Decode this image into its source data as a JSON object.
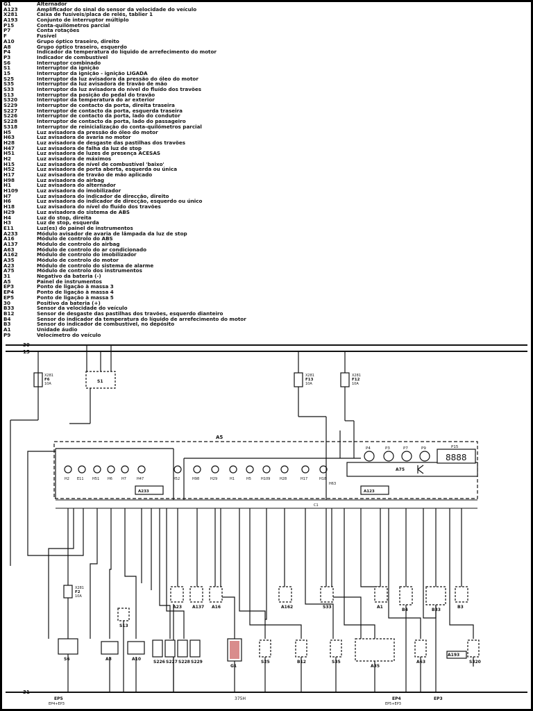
{
  "legend": [
    {
      "code": "G1",
      "desc": "Alternador"
    },
    {
      "code": "A123",
      "desc": "Amplificador do sinal do sensor da velocidade do veículo"
    },
    {
      "code": "X281",
      "desc": "Caixa de fusíveis/placa de relés, tablier 1"
    },
    {
      "code": "A193",
      "desc": "Conjunto de interruptor múltiplo"
    },
    {
      "code": "P15",
      "desc": "Conta-quilómetros parcial"
    },
    {
      "code": "P7",
      "desc": "Conta rotações"
    },
    {
      "code": "F",
      "desc": "Fusível"
    },
    {
      "code": "A10",
      "desc": "Grupo óptico traseiro, direito"
    },
    {
      "code": "A8",
      "desc": "Grupo óptico traseiro, esquerdo"
    },
    {
      "code": "P4",
      "desc": "Indicador da temperatura do líquido de arrefecimento do motor"
    },
    {
      "code": "P3",
      "desc": "Indicador de combustível"
    },
    {
      "code": "S6",
      "desc": "Interruptor combinado"
    },
    {
      "code": "S1",
      "desc": "Interruptor da ignição"
    },
    {
      "code": "15",
      "desc": "Interruptor da ignição - ignição LIGADA"
    },
    {
      "code": "S25",
      "desc": "Interruptor da luz avisadora da pressão do óleo do motor"
    },
    {
      "code": "S35",
      "desc": "Interruptor da luz avisadora de travão de mão"
    },
    {
      "code": "S33",
      "desc": "Interruptor da luz avisadora do nível do fluído dos travões"
    },
    {
      "code": "S13",
      "desc": "Interruptor da posição do pedal do travão"
    },
    {
      "code": "S320",
      "desc": "Interruptor da temperatura do ar exterior"
    },
    {
      "code": "S229",
      "desc": "Interruptor de contacto da porta, direita traseira"
    },
    {
      "code": "S227",
      "desc": "Interruptor de contacto da porta, esquerda traseira"
    },
    {
      "code": "S226",
      "desc": "Interruptor de contacto da porta, lado do condutor"
    },
    {
      "code": "S228",
      "desc": "Interruptor de contacto da porta, lado do passageiro"
    },
    {
      "code": "S318",
      "desc": "Interruptor de reinicialização do conta-quilómetros parcial"
    },
    {
      "code": "H5",
      "desc": "Luz avisadora da pressão do óleo do motor"
    },
    {
      "code": "H63",
      "desc": "Luz avisadora de avaria no motor"
    },
    {
      "code": "H28",
      "desc": "Luz avisadora de desgaste das pastilhas dos travões"
    },
    {
      "code": "H47",
      "desc": "Luz avisadora de falha da luz de stop"
    },
    {
      "code": "H51",
      "desc": "Luz avisadora de luzes de presença ACESAS"
    },
    {
      "code": "H2",
      "desc": "Luz avisadora de máximos"
    },
    {
      "code": "H15",
      "desc": "Luz avisadora de nível de combustível 'baixo'"
    },
    {
      "code": "H52",
      "desc": "Luz avisadora de porta aberta, esquerda ou única"
    },
    {
      "code": "H17",
      "desc": "Luz avisadora de travão de mão aplicado"
    },
    {
      "code": "H98",
      "desc": "Luz avisadora do airbag"
    },
    {
      "code": "H1",
      "desc": "Luz avisadora do alternador"
    },
    {
      "code": "H109",
      "desc": "Luz avisadora do imobilizador"
    },
    {
      "code": "H7",
      "desc": "Luz avisadora do indicador de direcção, direito"
    },
    {
      "code": "H6",
      "desc": "Luz avisadora do indicador de direcção, esquerdo ou único"
    },
    {
      "code": "H18",
      "desc": "Luz avisadora do nível do fluído dos travões"
    },
    {
      "code": "H29",
      "desc": "Luz avisadora do sistema de ABS"
    },
    {
      "code": "H4",
      "desc": "Luz do stop, direita"
    },
    {
      "code": "H3",
      "desc": "Luz de stop, esquerda"
    },
    {
      "code": "E11",
      "desc": "Luz(es) do painel de instrumentos"
    },
    {
      "code": "A233",
      "desc": "Módulo avisador de avaria de lâmpada da luz de stop"
    },
    {
      "code": "A16",
      "desc": "Módulo de controlo do ABS"
    },
    {
      "code": "A137",
      "desc": "Módulo de controlo do airbag"
    },
    {
      "code": "A63",
      "desc": "Módulo de controlo do ar condicionado"
    },
    {
      "code": "A162",
      "desc": "Módulo de controlo do imobilizador"
    },
    {
      "code": "A35",
      "desc": "Módulo de controlo do motor"
    },
    {
      "code": "A23",
      "desc": "Módulo de controlo do sistema de alarme"
    },
    {
      "code": "A75",
      "desc": "Módulo de controlo dos instrumentos"
    },
    {
      "code": "31",
      "desc": "Negativo da bateria (-)"
    },
    {
      "code": "A5",
      "desc": "Painel de instrumentos"
    },
    {
      "code": "EP3",
      "desc": "Ponto de ligação à massa 3"
    },
    {
      "code": "EP4",
      "desc": "Ponto de ligação à massa 4"
    },
    {
      "code": "EP5",
      "desc": "Ponto de ligação à massa 5"
    },
    {
      "code": "30",
      "desc": "Positivo da bateria (+)"
    },
    {
      "code": "B33",
      "desc": "Sensor da velocidade do veículo"
    },
    {
      "code": "B12",
      "desc": "Sensor de desgaste das pastilhas dos travões, esquerdo dianteiro"
    },
    {
      "code": "B4",
      "desc": "Sensor do indicador da temperatura do líquido de arrefecimento do motor"
    },
    {
      "code": "B3",
      "desc": "Sensor do indicador de combustível, no depósito"
    },
    {
      "code": "A1",
      "desc": "Unidade áudio"
    },
    {
      "code": "P9",
      "desc": "Velocímetro do veículo"
    }
  ],
  "diagram": {
    "rails": {
      "top1": "30",
      "top2": "15",
      "bottom": "31"
    },
    "fuses": [
      {
        "id": "F6",
        "amp": "10A",
        "box": "X281"
      },
      {
        "id": "F13",
        "amp": "10A",
        "box": "X281"
      },
      {
        "id": "F12",
        "amp": "10A",
        "box": "X281"
      },
      {
        "id": "F2",
        "amp": "10A",
        "box": "X281"
      }
    ],
    "ignition_switch": "S1",
    "panel_label": "A5",
    "module_a75": "A75",
    "module_a233": "A233",
    "module_a123": "A123",
    "odometer_label": "P15",
    "odometer_display": "8888",
    "gauges": [
      "P4",
      "P3",
      "P7",
      "P9"
    ],
    "lamps_left": [
      "H2",
      "E11",
      "H51",
      "H6",
      "H7",
      "H47"
    ],
    "lamps_mid": [
      "H52",
      "H98",
      "H29",
      "H1",
      "H5",
      "H109",
      "H28",
      "H17",
      "H18"
    ],
    "h63": "H63",
    "components": [
      "S6",
      "A8",
      "A10",
      "S13",
      "S226",
      "S227",
      "S228",
      "S229",
      "A23",
      "A137",
      "A16",
      "G1",
      "S25",
      "B12",
      "S35",
      "A162",
      "S33",
      "A35",
      "A1",
      "A63",
      "B4",
      "B33",
      "B3",
      "S320",
      "A193"
    ],
    "grounds": {
      "left": "EP5",
      "left_sub": "EP4+EP3",
      "mid": "375H",
      "right": "EP4",
      "right_sub": "EP5+EP3",
      "right2": "EP3"
    },
    "connector_label": "C1"
  }
}
